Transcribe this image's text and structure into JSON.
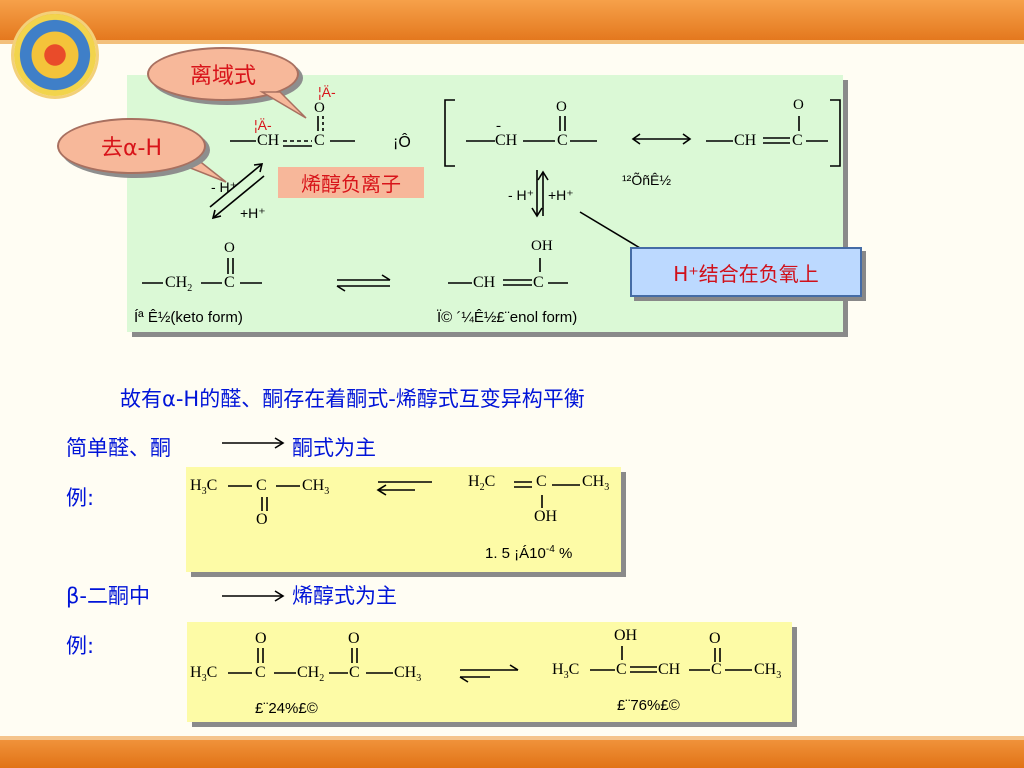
{
  "slide": {
    "callout_delocalized": "离域式",
    "callout_remove_alpha_h": "去α-H",
    "enolate_label": "烯醇负离子",
    "h_plus_note": "H⁺结合在负氧上",
    "garbled_top_1": "¦Ä-",
    "garbled_top_2": "¦Ä-",
    "garbled_or": "¡Ô",
    "garbled_resonance": "¹²ÕñÊ½",
    "keto_caption": "Íª Ê½(keto form)",
    "enol_caption": "Ï© ´¼Ê½£¨enol  form)",
    "minus_h": "- H⁺",
    "plus_h": "+H⁺",
    "ch2_c": "CH",
    "line1": "故有α-H的醛、酮存在着酮式-烯醇式互变异构平衡",
    "simple_label": "简单醛、酮",
    "simple_result": "酮式为主",
    "example1_label": "例:",
    "beta_label": "β-二酮中",
    "beta_result": "烯醇式为主",
    "example2_label": "例:",
    "ratio1": "1. 5 ¡Á10",
    "ratio1_exp": "-4",
    "ratio1_unit": " %",
    "ratio_keto2": "£¨24%£©",
    "ratio_enol2": "£¨76%£©"
  },
  "colors": {
    "accent_blue": "#0014d8",
    "accent_red": "#d8141a",
    "panel_green": "#dbf9d6",
    "panel_yellow": "#fdfba6",
    "bar_orange": "#e4781e"
  }
}
